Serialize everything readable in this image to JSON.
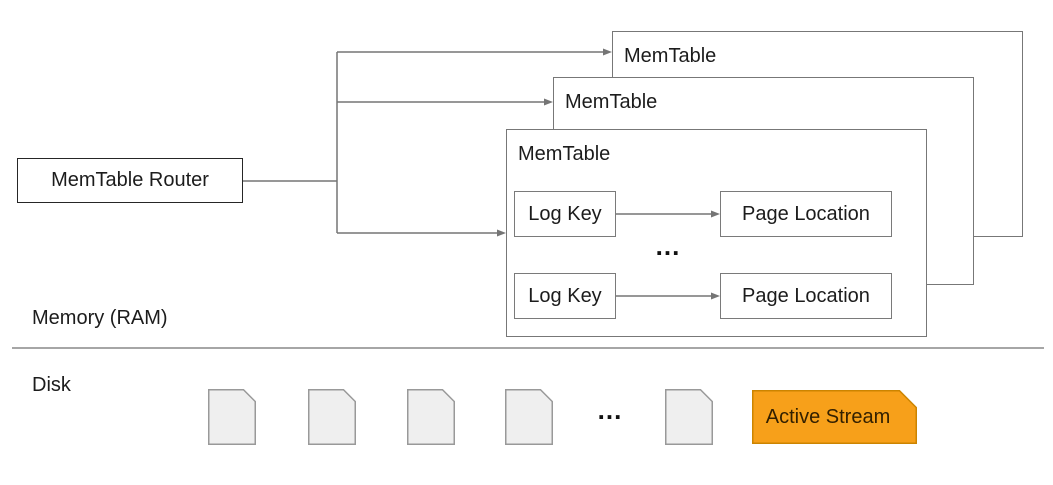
{
  "router": {
    "label": "MemTable Router"
  },
  "memtables": [
    {
      "label": "MemTable"
    },
    {
      "label": "MemTable"
    },
    {
      "label": "MemTable"
    }
  ],
  "mapping_rows": [
    {
      "key": "Log Key",
      "value": "Page Location"
    },
    {
      "key": "Log Key",
      "value": "Page Location"
    }
  ],
  "mapping_ellipsis": "...",
  "regions": {
    "memory_label": "Memory (RAM)",
    "disk_label": "Disk"
  },
  "disk": {
    "file_count": 5,
    "ellipsis": "...",
    "active_stream_label": "Active Stream"
  },
  "icons": {
    "file_icon": "document-with-folded-corner",
    "active_stream_icon": "document-with-folded-corner"
  },
  "colors": {
    "connector": "#757575",
    "box_border": "#777777",
    "router_border": "#262626",
    "divider": "#a6a6a6",
    "text": "#1c1c1c",
    "file_fill": "#efefef",
    "file_stroke": "#999999",
    "active_stream_fill": "#F7A01A",
    "active_stream_stroke": "#CC8400",
    "active_stream_text": "#332000"
  }
}
